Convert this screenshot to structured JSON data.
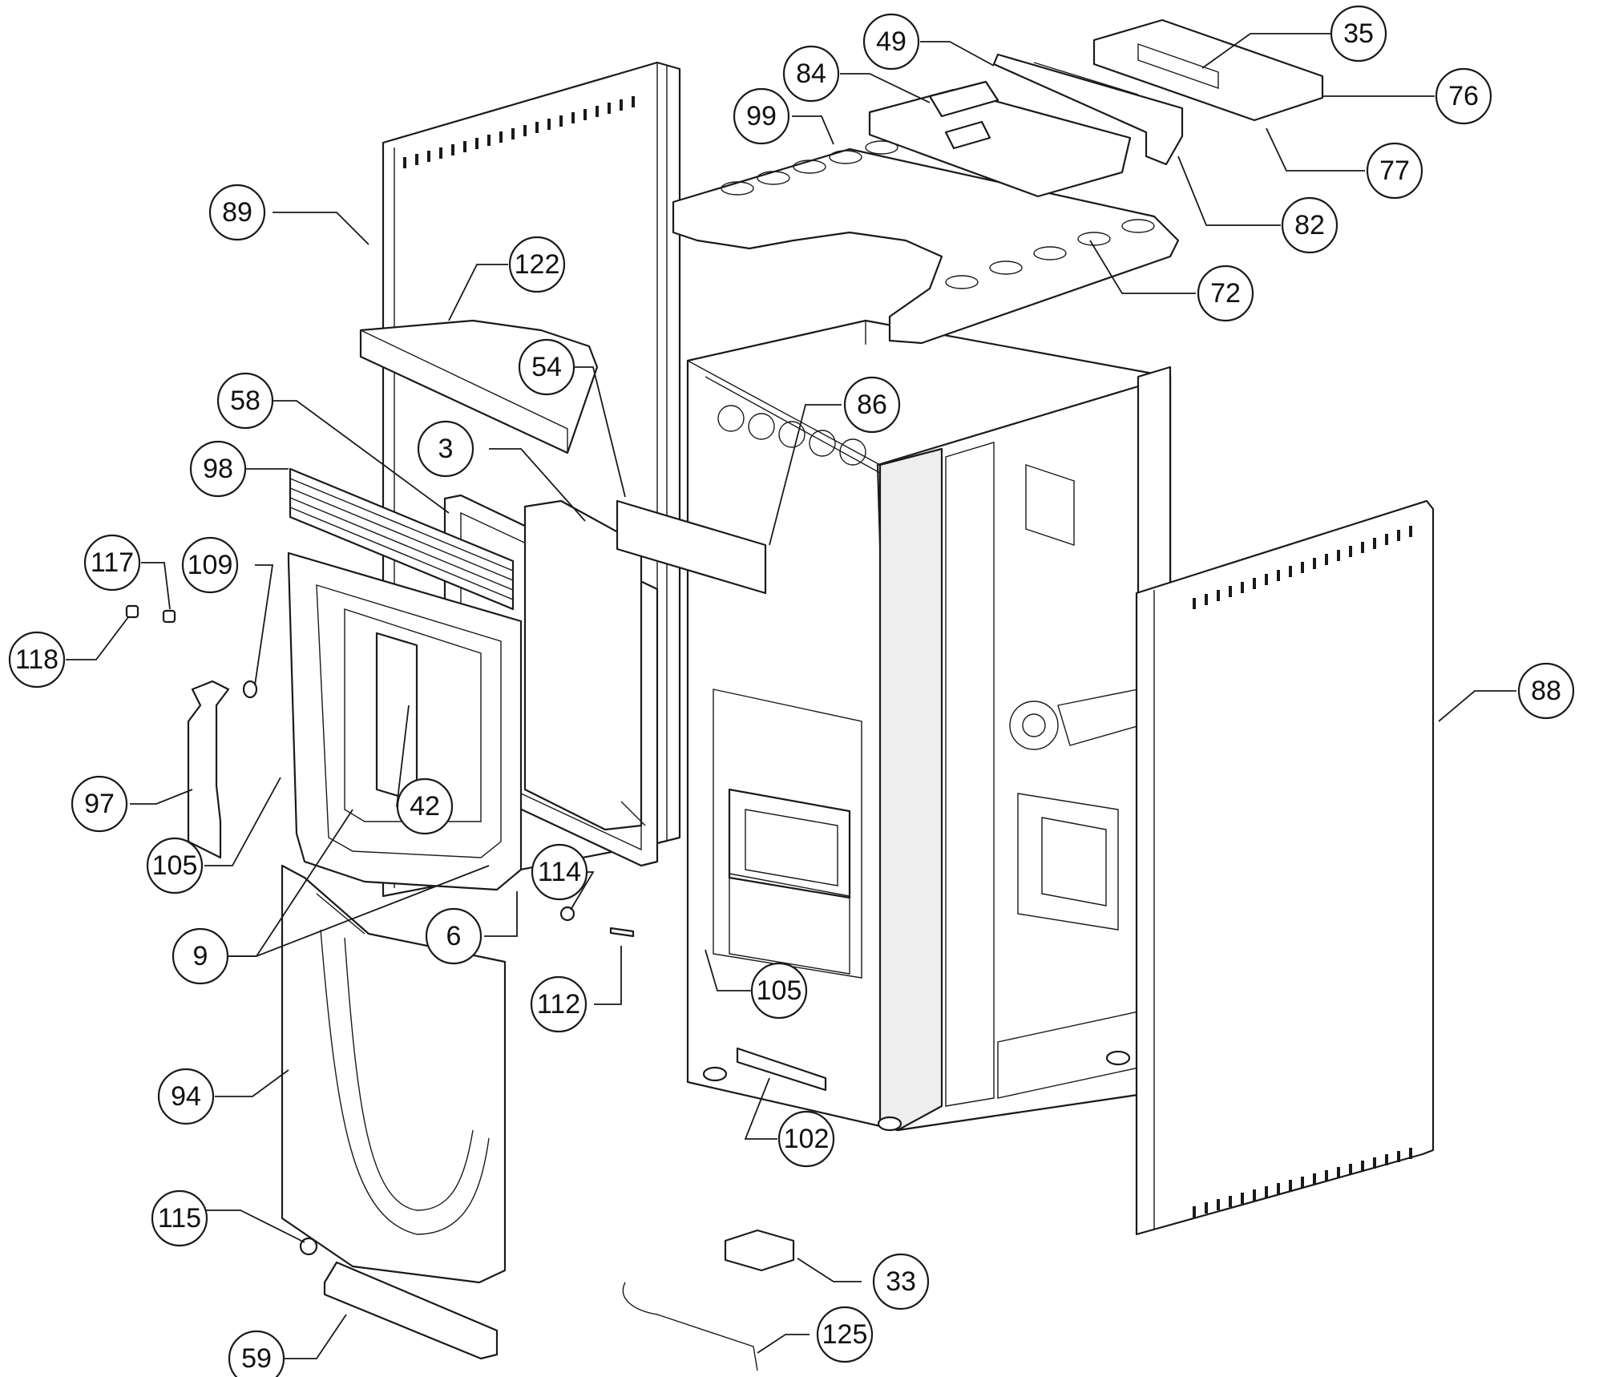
{
  "diagram": {
    "type": "exploded-parts-view",
    "callouts": [
      {
        "id": "c35",
        "label": "35"
      },
      {
        "id": "c49",
        "label": "49"
      },
      {
        "id": "c84",
        "label": "84"
      },
      {
        "id": "c76",
        "label": "76"
      },
      {
        "id": "c99",
        "label": "99"
      },
      {
        "id": "c77",
        "label": "77"
      },
      {
        "id": "c82",
        "label": "82"
      },
      {
        "id": "c89",
        "label": "89"
      },
      {
        "id": "c72",
        "label": "72"
      },
      {
        "id": "c122",
        "label": "122"
      },
      {
        "id": "c54",
        "label": "54"
      },
      {
        "id": "c86",
        "label": "86"
      },
      {
        "id": "c58",
        "label": "58"
      },
      {
        "id": "c3",
        "label": "3"
      },
      {
        "id": "c98",
        "label": "98"
      },
      {
        "id": "c117",
        "label": "117"
      },
      {
        "id": "c109",
        "label": "109"
      },
      {
        "id": "c118",
        "label": "118"
      },
      {
        "id": "c88",
        "label": "88"
      },
      {
        "id": "c97",
        "label": "97"
      },
      {
        "id": "c42",
        "label": "42"
      },
      {
        "id": "c105a",
        "label": "105"
      },
      {
        "id": "c114",
        "label": "114"
      },
      {
        "id": "c6",
        "label": "6"
      },
      {
        "id": "c9",
        "label": "9"
      },
      {
        "id": "c105b",
        "label": "105"
      },
      {
        "id": "c112",
        "label": "112"
      },
      {
        "id": "c94",
        "label": "94"
      },
      {
        "id": "c102",
        "label": "102"
      },
      {
        "id": "c115",
        "label": "115"
      },
      {
        "id": "c33",
        "label": "33"
      },
      {
        "id": "c125",
        "label": "125"
      },
      {
        "id": "c59",
        "label": "59"
      }
    ]
  }
}
